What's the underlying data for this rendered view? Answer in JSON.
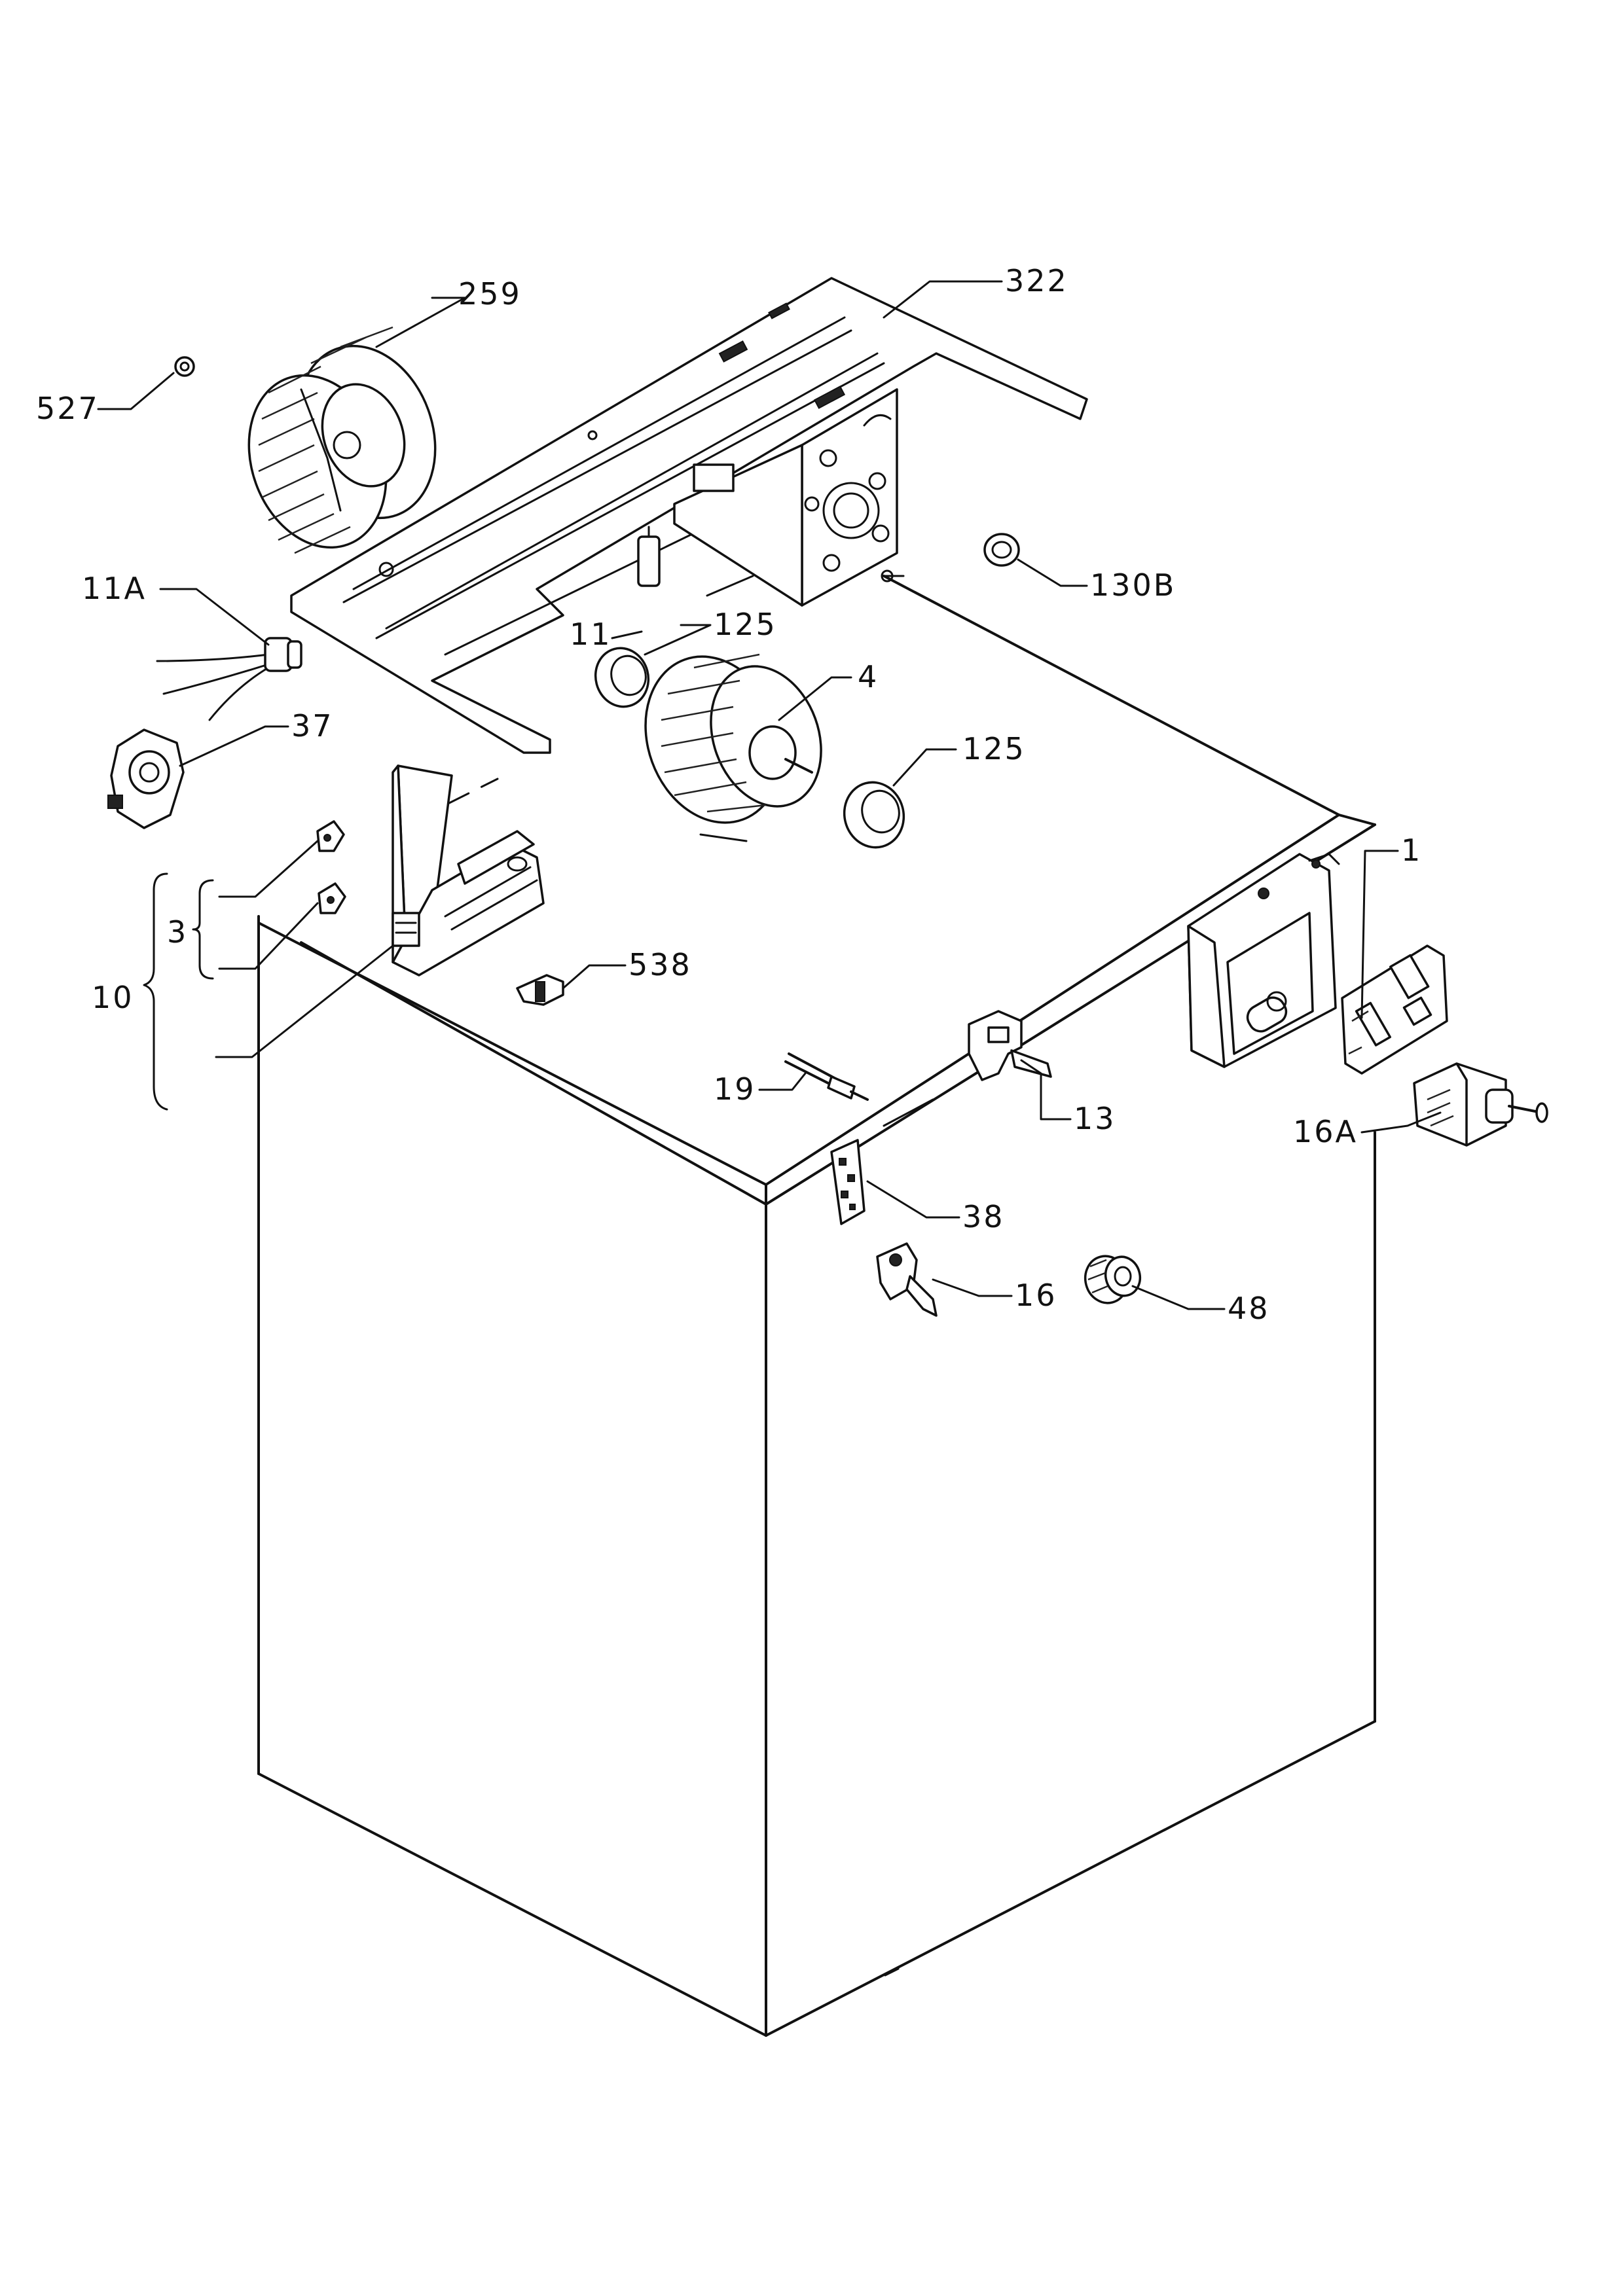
{
  "diagram": {
    "labels": {
      "l_259": "259",
      "l_322": "322",
      "l_527": "527",
      "l_130b": "130B",
      "l_11a": "11A",
      "l_11": "11",
      "l_125a": "125",
      "l_4": "4",
      "l_125b": "125",
      "l_37": "37",
      "l_1": "1",
      "l_3": "3",
      "l_10": "10",
      "l_538": "538",
      "l_19": "19",
      "l_13": "13",
      "l_16a": "16A",
      "l_38": "38",
      "l_16": "16",
      "l_48": "48"
    }
  }
}
